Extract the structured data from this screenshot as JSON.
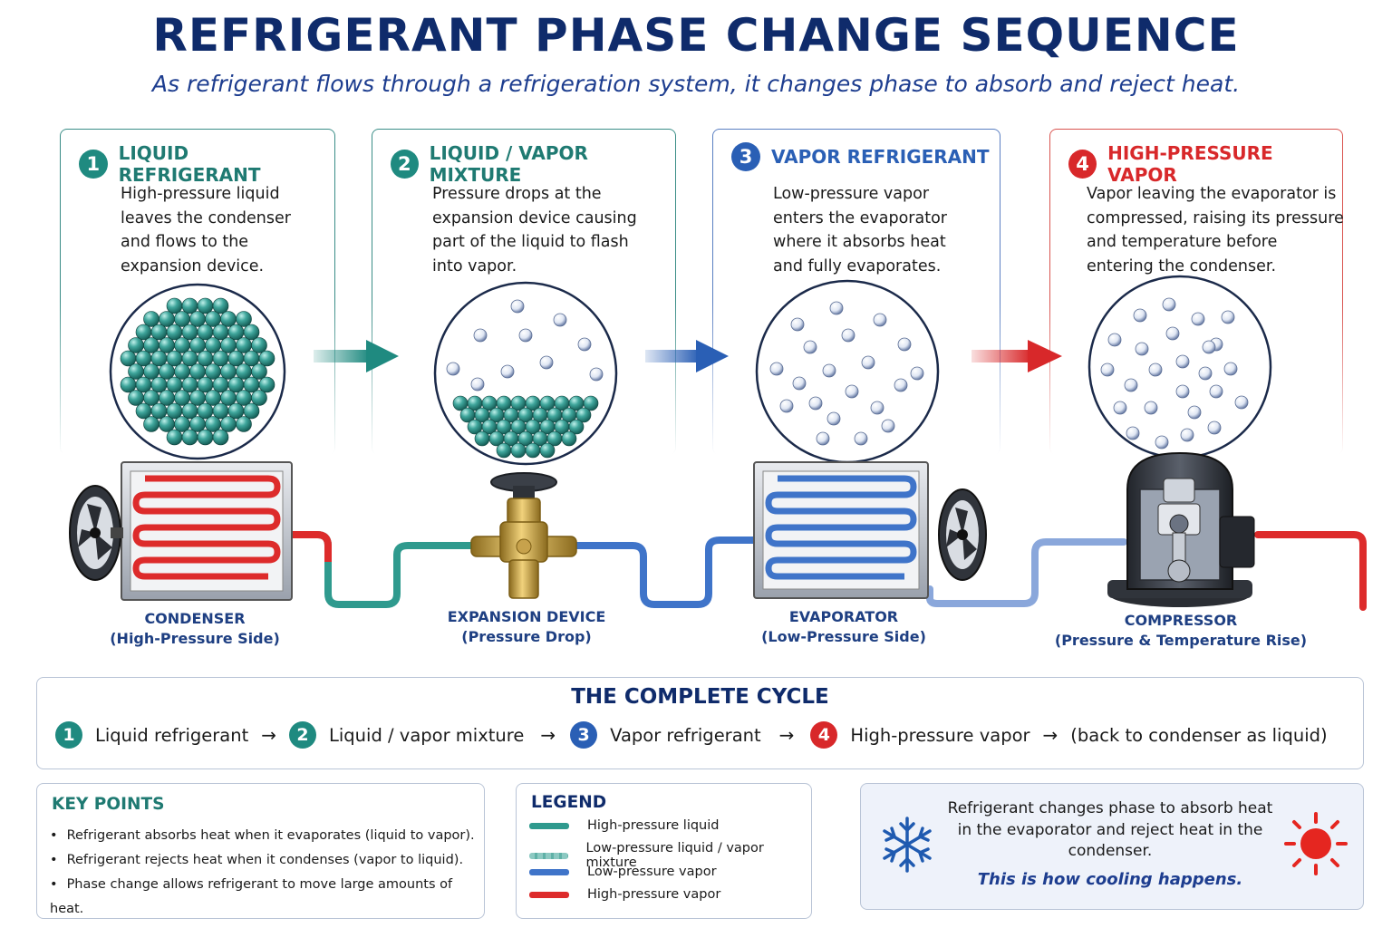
{
  "title": "REFRIGERANT PHASE CHANGE SEQUENCE",
  "subtitle": "As refrigerant flows through a refrigeration system, it changes phase to absorb and reject heat.",
  "stages": [
    {
      "num": "1",
      "title": "LIQUID REFRIGERANT",
      "desc": "High-pressure liquid leaves the condenser and flows to the expansion device.",
      "color": "#1f8a80"
    },
    {
      "num": "2",
      "title": "LIQUID / VAPOR MIXTURE",
      "desc": "Pressure drops at the expansion device causing part of the liquid to flash into vapor.",
      "color": "#1f8a80"
    },
    {
      "num": "3",
      "title": "VAPOR REFRIGERANT",
      "desc": "Low-pressure vapor enters the evaporator where it absorbs heat and fully evaporates.",
      "color": "#2a5fb5"
    },
    {
      "num": "4",
      "title": "HIGH-PRESSURE VAPOR",
      "desc": "Vapor leaving the evaporator is compressed, raising its pressure and temperature before entering the condenser.",
      "color": "#d8282a"
    }
  ],
  "components": [
    {
      "name": "CONDENSER",
      "sub": "(High-Pressure Side)"
    },
    {
      "name": "EXPANSION DEVICE",
      "sub": "(Pressure Drop)"
    },
    {
      "name": "EVAPORATOR",
      "sub": "(Low-Pressure Side)"
    },
    {
      "name": "COMPRESSOR",
      "sub": "(Pressure & Temperature Rise)"
    }
  ],
  "cycle": {
    "title": "THE COMPLETE CYCLE",
    "steps": [
      {
        "num": "1",
        "label": "Liquid refrigerant"
      },
      {
        "num": "2",
        "label": "Liquid / vapor mixture"
      },
      {
        "num": "3",
        "label": "Vapor refrigerant"
      },
      {
        "num": "4",
        "label": "High-pressure vapor"
      }
    ],
    "arrow": "→",
    "tail": "(back to condenser as liquid)"
  },
  "key_points": {
    "title": "KEY POINTS",
    "items": [
      "Refrigerant absorbs heat when it evaporates (liquid to vapor).",
      "Refrigerant rejects heat when it condenses (vapor to liquid).",
      "Phase change allows refrigerant to move large amounts of heat."
    ]
  },
  "legend": {
    "title": "LEGEND",
    "items": [
      {
        "label": "High-pressure liquid",
        "color": "#2f9a8e"
      },
      {
        "label": "Low-pressure liquid / vapor mixture",
        "color": "#8cc9c2"
      },
      {
        "label": "Low-pressure vapor",
        "color": "#3f74c9"
      },
      {
        "label": "High-pressure vapor",
        "color": "#dd2b2b"
      }
    ]
  },
  "note": {
    "text": "Refrigerant changes phase to absorb heat in the evaporator and reject heat in the condenser.",
    "emphasis": "This is how cooling happens."
  },
  "icons": [
    "snowflake-icon",
    "sun-icon",
    "fan-icon",
    "arrow-right-icon"
  ]
}
